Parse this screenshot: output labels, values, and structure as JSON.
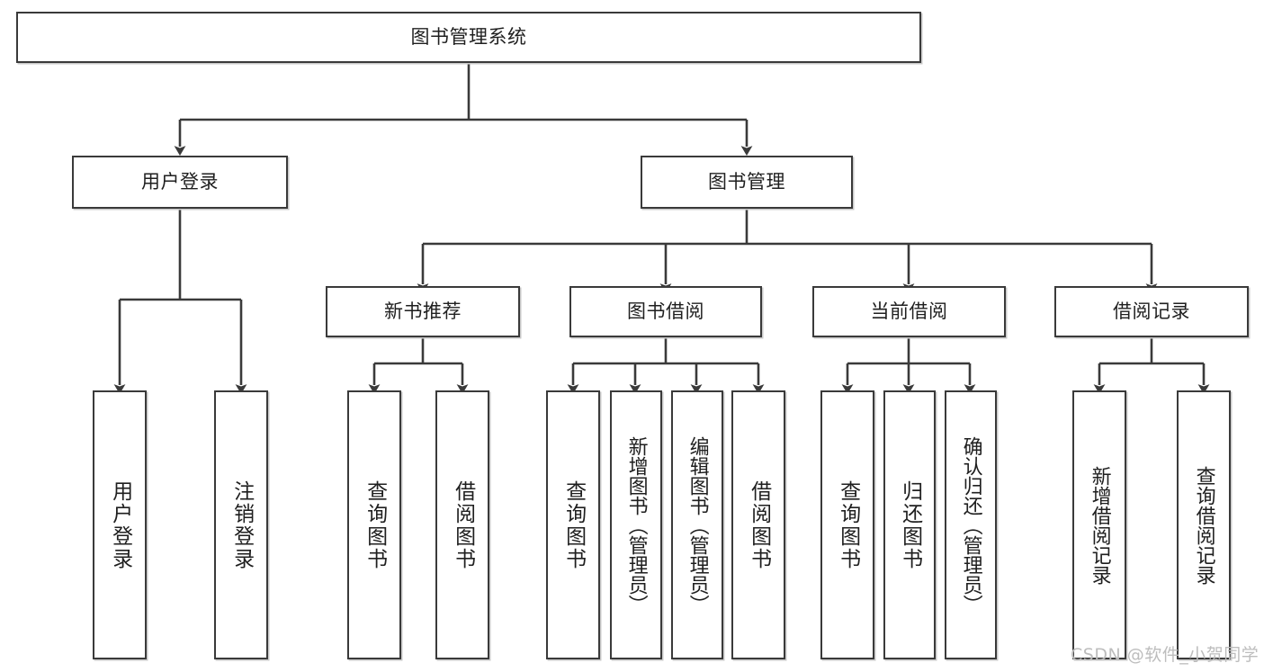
{
  "diagram": {
    "title": "图书管理系统",
    "type": "tree-hierarchy",
    "nodes": {
      "root": {
        "label": "图书管理系统"
      },
      "level2": [
        {
          "id": "user-login",
          "label": "用户登录"
        },
        {
          "id": "book-manage",
          "label": "图书管理"
        }
      ],
      "level3": [
        {
          "id": "new-book-recommend",
          "label": "新书推荐",
          "parent": "book-manage"
        },
        {
          "id": "book-borrow",
          "label": "图书借阅",
          "parent": "book-manage"
        },
        {
          "id": "current-borrow",
          "label": "当前借阅",
          "parent": "book-manage"
        },
        {
          "id": "borrow-record",
          "label": "借阅记录",
          "parent": "book-manage"
        }
      ],
      "leaves": [
        {
          "id": "leaf-user-login",
          "label": "用户登录",
          "parent": "user-login"
        },
        {
          "id": "leaf-logout",
          "label": "注销登录",
          "parent": "user-login"
        },
        {
          "id": "leaf-query-book-1",
          "label": "查询图书",
          "parent": "new-book-recommend"
        },
        {
          "id": "leaf-borrow-book-1",
          "label": "借阅图书",
          "parent": "new-book-recommend"
        },
        {
          "id": "leaf-query-book-2",
          "label": "查询图书",
          "parent": "book-borrow"
        },
        {
          "id": "leaf-add-book",
          "label": "新增图书（管理员）",
          "parent": "book-borrow"
        },
        {
          "id": "leaf-edit-book",
          "label": "编辑图书（管理员）",
          "parent": "book-borrow"
        },
        {
          "id": "leaf-borrow-book-2",
          "label": "借阅图书",
          "parent": "book-borrow"
        },
        {
          "id": "leaf-query-book-3",
          "label": "查询图书",
          "parent": "current-borrow"
        },
        {
          "id": "leaf-return-book",
          "label": "归还图书",
          "parent": "current-borrow"
        },
        {
          "id": "leaf-confirm-return",
          "label": "确认归还（管理员）",
          "parent": "current-borrow"
        },
        {
          "id": "leaf-add-record",
          "label": "新增借阅记录",
          "parent": "borrow-record"
        },
        {
          "id": "leaf-query-record",
          "label": "查询借阅记录",
          "parent": "borrow-record"
        }
      ]
    },
    "watermark": "CSDN @软件_小贺同学",
    "colors": {
      "box_border": "#3a3a3a",
      "box_fill": "#ffffff",
      "edge": "#3a3a3a",
      "text": "#1f1f1f",
      "watermark": "#bdbdbd",
      "shadow": "#c9c9c9"
    }
  }
}
